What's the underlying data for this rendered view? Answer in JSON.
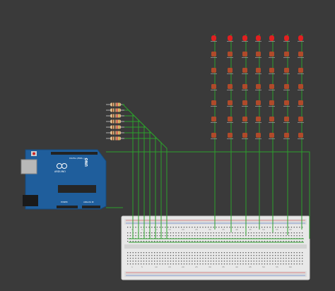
{
  "canvas": {
    "background_color": "#3a3a3a"
  },
  "arduino": {
    "brand_label": "ARDUINO",
    "model_label": "UNO",
    "digital_label": "DIGITAL (PWM~)",
    "power_label": "POWER",
    "analog_label": "ANALOG IN",
    "board_color": "#1f5e9c"
  },
  "breadboard": {
    "top_row_numbers": [
      "1",
      "5",
      "10",
      "15",
      "20",
      "25",
      "30",
      "35",
      "40",
      "45",
      "50",
      "55",
      "60"
    ],
    "bottom_row_numbers": [
      "1",
      "5",
      "10",
      "15",
      "20",
      "25",
      "30",
      "35",
      "40",
      "45",
      "50",
      "55",
      "60"
    ]
  },
  "led_matrix": {
    "rows": 7,
    "columns": 7,
    "top_led_color": "#e02020",
    "led_color": "#b04a2a"
  },
  "resistor_bank": {
    "count": 7
  },
  "wire_color": "#2ca02c"
}
